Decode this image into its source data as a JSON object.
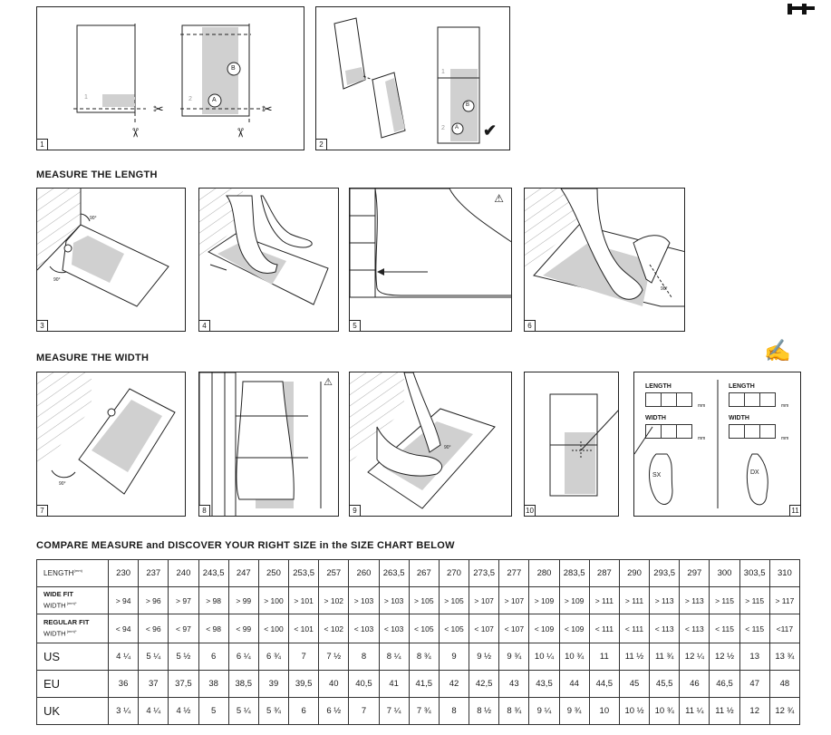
{
  "headings": {
    "length": "MEASURE THE LENGTH",
    "width": "MEASURE THE WIDTH",
    "compare": "COMPARE MEASURE and DISCOVER YOUR RIGHT SIZE in the SIZE CHART BELOW"
  },
  "steps": [
    "1",
    "2",
    "3",
    "4",
    "5",
    "6",
    "7",
    "8",
    "9",
    "10",
    "11"
  ],
  "markers": {
    "a": "A",
    "b": "B",
    "p1": "1",
    "p2": "2"
  },
  "angles": {
    "right": "90°"
  },
  "sheet": {
    "length": "LENGTH",
    "width": "WIDTH",
    "unit": "mm",
    "left_foot": "SX",
    "right_foot": "DX"
  },
  "size_chart": {
    "rows": [
      {
        "label": "LENGTH",
        "unit": "(mm)",
        "values": [
          "230",
          "237",
          "240",
          "243,5",
          "247",
          "250",
          "253,5",
          "257",
          "260",
          "263,5",
          "267",
          "270",
          "273,5",
          "277",
          "280",
          "283,5",
          "287",
          "290",
          "293,5",
          "297",
          "300",
          "303,5",
          "310"
        ]
      },
      {
        "label": "WIDE FIT",
        "label2": "WIDTH",
        "unit": "(mm)*",
        "values": [
          "> 94",
          "> 96",
          "> 97",
          "> 98",
          "> 99",
          "> 100",
          "> 101",
          "> 102",
          "> 103",
          "> 103",
          "> 105",
          "> 105",
          "> 107",
          "> 107",
          "> 109",
          "> 109",
          "> 111",
          "> 111",
          "> 113",
          "> 113",
          "> 115",
          "> 115",
          "> 117"
        ]
      },
      {
        "label": "REGULAR FIT",
        "label2": "WIDTH",
        "unit": "(mm)*",
        "values": [
          "< 94",
          "< 96",
          "< 97",
          "< 98",
          "< 99",
          "< 100",
          "< 101",
          "< 102",
          "< 103",
          "< 103",
          "< 105",
          "< 105",
          "< 107",
          "< 107",
          "< 109",
          "< 109",
          "< 111",
          "< 111",
          "< 113",
          "< 113",
          "< 115",
          "< 115",
          "<117"
        ]
      },
      {
        "label": "US",
        "values": [
          "4 ¼",
          "5 ¼",
          "5 ½",
          "6",
          "6 ¼",
          "6 ¾",
          "7",
          "7 ½",
          "8",
          "8 ¼",
          "8 ¾",
          "9",
          "9 ½",
          "9 ¾",
          "10 ¼",
          "10 ¾",
          "11",
          "11 ½",
          "11 ¾",
          "12 ¼",
          "12 ½",
          "13",
          "13 ¾"
        ]
      },
      {
        "label": "EU",
        "values": [
          "36",
          "37",
          "37,5",
          "38",
          "38,5",
          "39",
          "39,5",
          "40",
          "40,5",
          "41",
          "41,5",
          "42",
          "42,5",
          "43",
          "43,5",
          "44",
          "44,5",
          "45",
          "45,5",
          "46",
          "46,5",
          "47",
          "48"
        ]
      },
      {
        "label": "UK",
        "values": [
          "3 ¼",
          "4 ¼",
          "4 ½",
          "5",
          "5 ¼",
          "5 ¾",
          "6",
          "6 ½",
          "7",
          "7 ¼",
          "7 ¾",
          "8",
          "8 ½",
          "8 ¾",
          "9 ¼",
          "9 ¾",
          "10",
          "10 ½",
          "10 ¾",
          "11 ¼",
          "11 ½",
          "12",
          "12 ¾"
        ]
      }
    ]
  },
  "icons": [
    "scissors-icon",
    "checkmark-icon",
    "warning-icon",
    "pencil-hand-icon",
    "brand-logo-icon"
  ]
}
